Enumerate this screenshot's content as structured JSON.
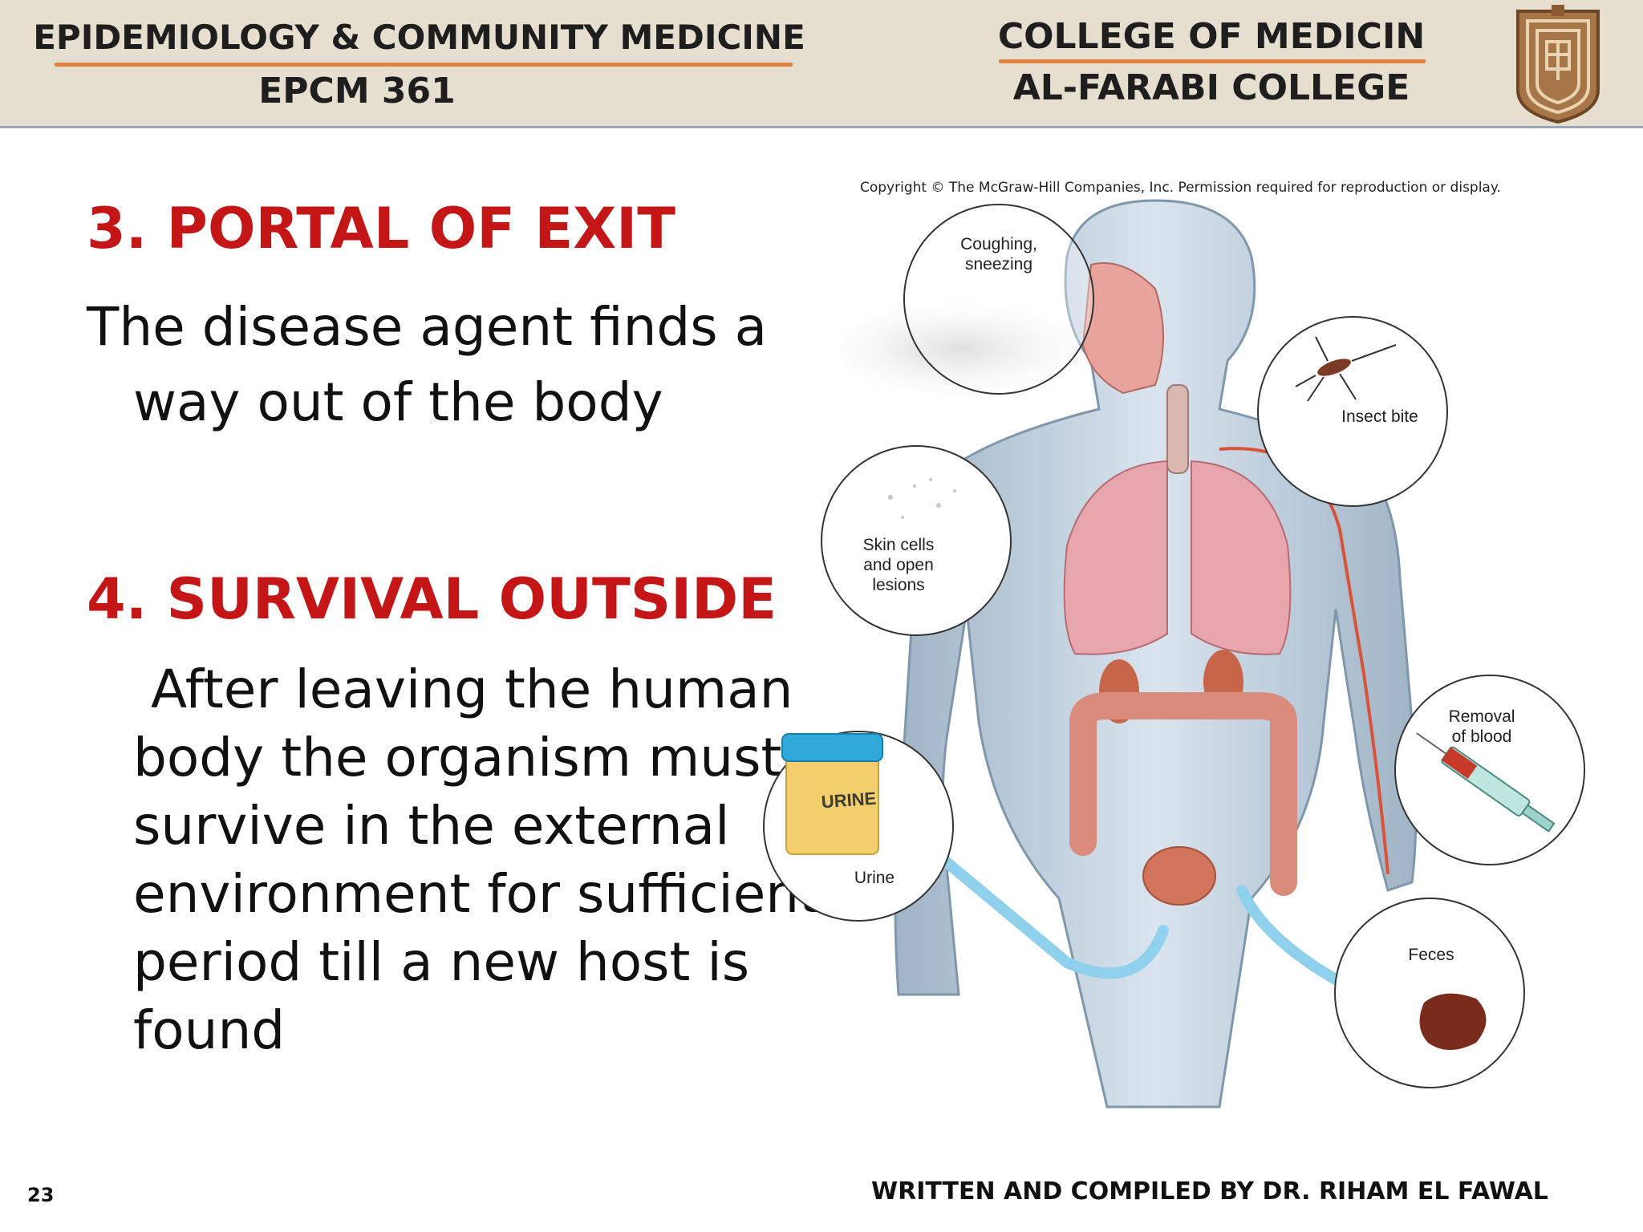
{
  "header": {
    "course_title": "EPIDEMIOLOGY & COMMUNITY MEDICINE",
    "course_code": "EPCM 361",
    "college_name": "COLLEGE OF MEDICIN",
    "institution": "AL-FARABI COLLEGE"
  },
  "sections": [
    {
      "heading": "3. PORTAL OF EXIT",
      "lines": [
        "The disease agent finds a",
        "way out of the body"
      ]
    },
    {
      "heading": "4. SURVIVAL OUTSIDE",
      "lines": [
        "After leaving the human",
        "body the organism must",
        "survive in the external",
        "environment for sufficient",
        "period till a new host is",
        "found"
      ]
    }
  ],
  "figure": {
    "copyright": "Copyright © The McGraw-Hill Companies, Inc. Permission required for reproduction or display.",
    "labels": {
      "coughing_1": "Coughing,",
      "coughing_2": "sneezing",
      "insect": "Insect bite",
      "skin_1": "Skin cells",
      "skin_2": "and open",
      "skin_3": "lesions",
      "removal_1": "Removal",
      "removal_2": "of blood",
      "urine_jar": "URINE",
      "urine": "Urine",
      "feces": "Feces"
    }
  },
  "footer": {
    "page_number": "23",
    "credit": "WRITTEN AND COMPILED BY DR. RIHAM EL FAWAL"
  },
  "colors": {
    "header_bg": "#e6dfcf",
    "rule_orange": "#e0823e",
    "heading_red": "#c41616",
    "logo_bronze": "#9a6b3c"
  }
}
